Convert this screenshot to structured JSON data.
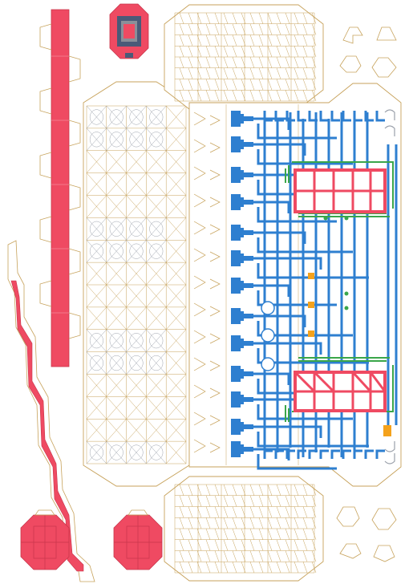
{
  "sheet": {
    "colors": {
      "paper": "#ffffff",
      "outline": "#c7a25b",
      "red": "#ef4a62",
      "red_dark": "#c8364b",
      "blue": "#2e7fd0",
      "green": "#3aa64a",
      "grey": "#8a8f99",
      "orange": "#f4a21c",
      "navy": "#4a5a78"
    },
    "pieces": [
      {
        "kind": "red-column-strip"
      },
      {
        "kind": "red-wavy-strip"
      },
      {
        "kind": "octagon-tower-top"
      },
      {
        "kind": "octagon-tower-bottom-left"
      },
      {
        "kind": "octagon-tower-bottom-right"
      },
      {
        "kind": "lattice-panel-left"
      },
      {
        "kind": "lattice-panel-top"
      },
      {
        "kind": "lattice-panel-bottom"
      },
      {
        "kind": "pipe-panel-right"
      },
      {
        "kind": "red-frame-box-upper"
      },
      {
        "kind": "red-frame-box-lower"
      },
      {
        "kind": "small-tabs-top-right"
      },
      {
        "kind": "small-tabs-bottom-right"
      }
    ]
  }
}
